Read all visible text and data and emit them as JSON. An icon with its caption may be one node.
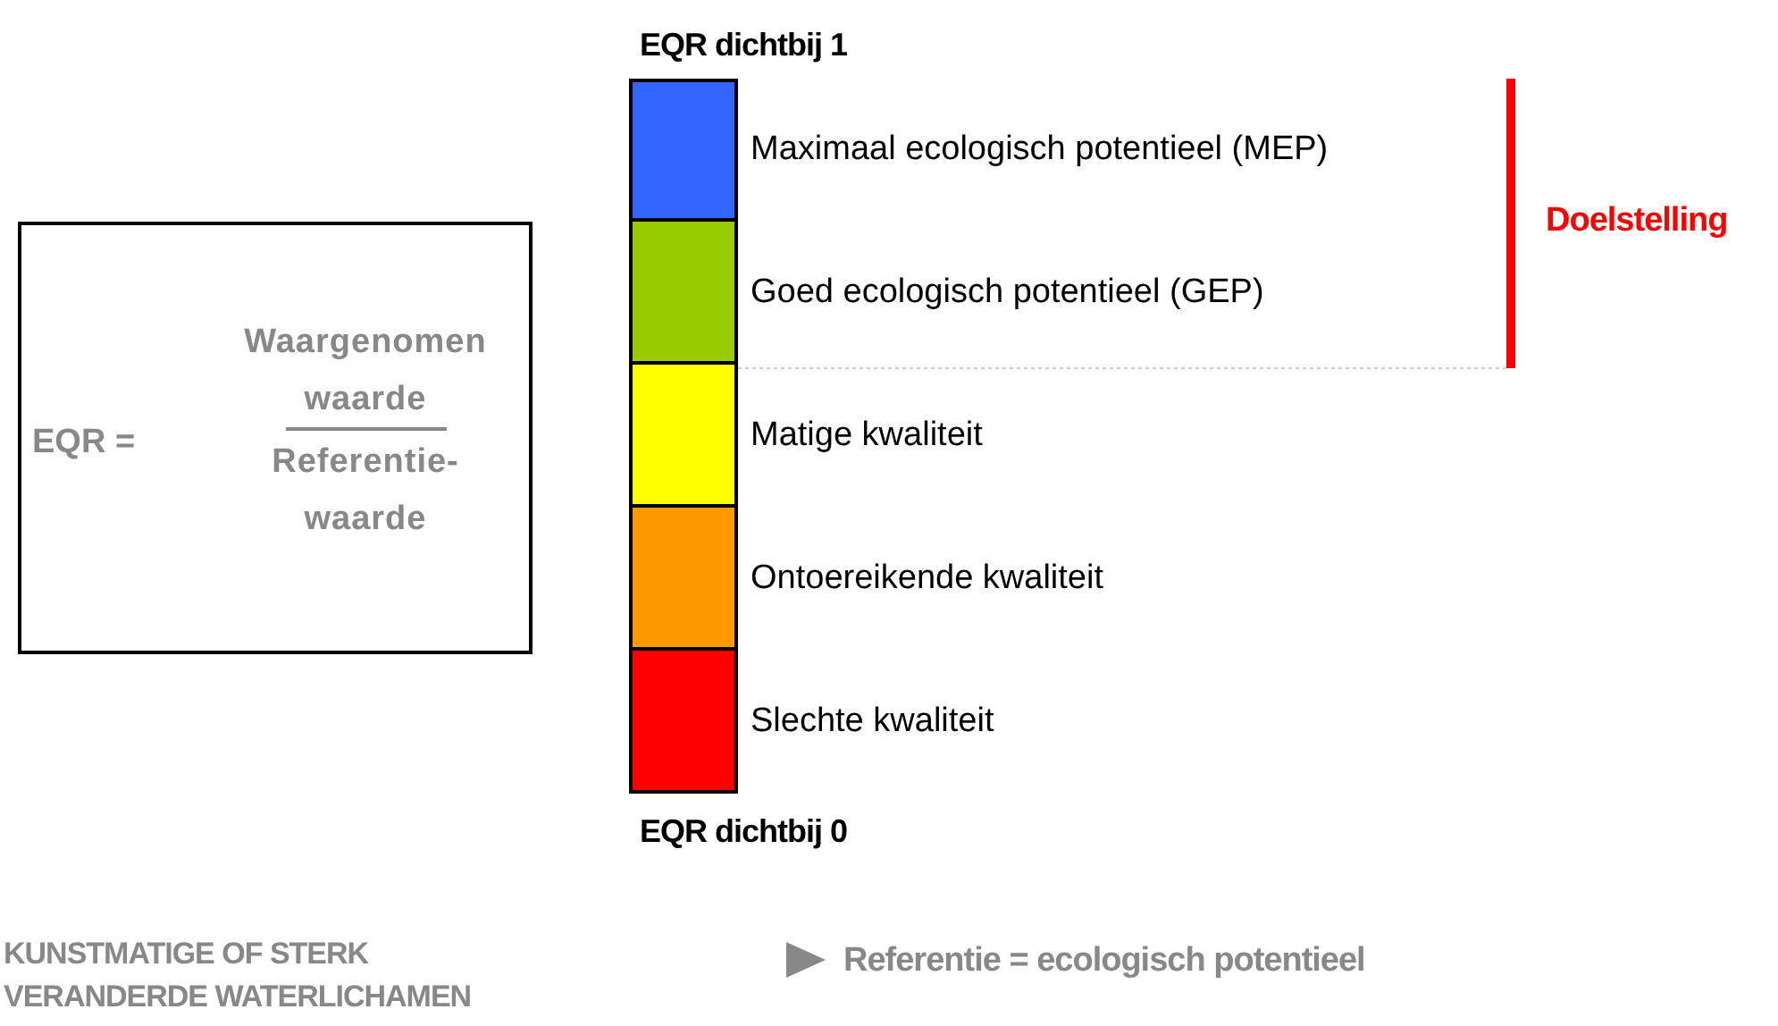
{
  "diagram": {
    "nodes": [
      {
        "text": [
          "EQR =",
          "Waargenomen waarde",
          "Referentie- waarde"
        ]
      }
    ],
    "edges": [],
    "labels": [
      "EQR dichtbij 1",
      "Doelstelling",
      "EQR dichtbij 0",
      "KUNSTMATIGE OF STERK VERANDERDE WATERLICHAMEN",
      "Referentie = ecologisch potentieel"
    ],
    "legend": [
      {
        "text": "Maximaal ecologisch potentieel (MEP)",
        "color": "#3366ff"
      },
      {
        "text": "Goed ecologisch potentieel (GEP)",
        "color": "#99cc00"
      },
      {
        "text": "Matige kwaliteit",
        "color": "#ffff00"
      },
      {
        "text": "Ontoereikende kwaliteit",
        "color": "#ff9900"
      },
      {
        "text": "Slechte kwaliteit",
        "color": "#ff0000"
      }
    ]
  }
}
